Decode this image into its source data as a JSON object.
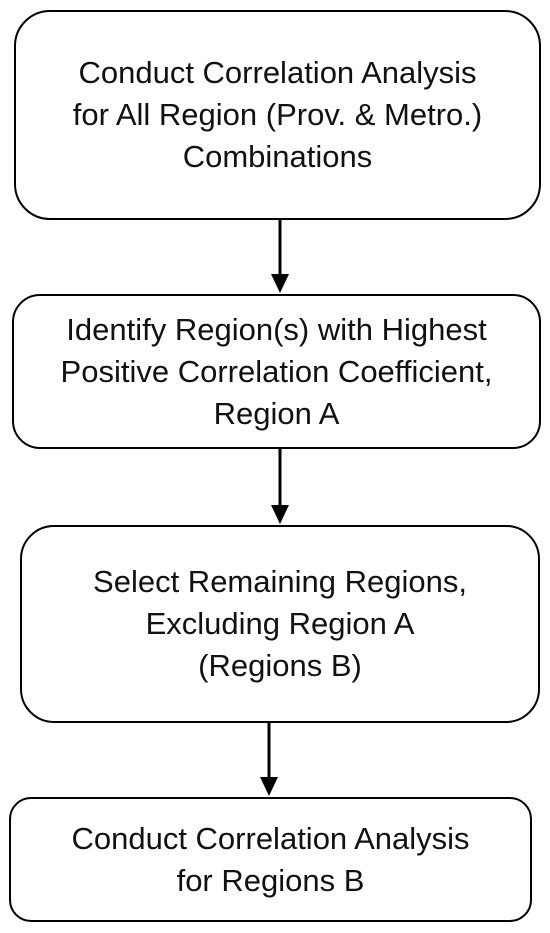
{
  "steps": [
    {
      "lines": [
        "Conduct Correlation Analysis",
        "for All Region (Prov. & Metro.)",
        "Combinations"
      ]
    },
    {
      "lines": [
        "Identify Region(s) with Highest",
        "Positive Correlation Coefficient,",
        "Region A"
      ]
    },
    {
      "lines": [
        "Select Remaining Regions,",
        "Excluding Region A",
        "(Regions B)"
      ]
    },
    {
      "lines": [
        "Conduct Correlation Analysis",
        "for Regions B"
      ]
    }
  ],
  "colors": {
    "border": "#000000",
    "text": "#111111",
    "background": "#ffffff"
  }
}
